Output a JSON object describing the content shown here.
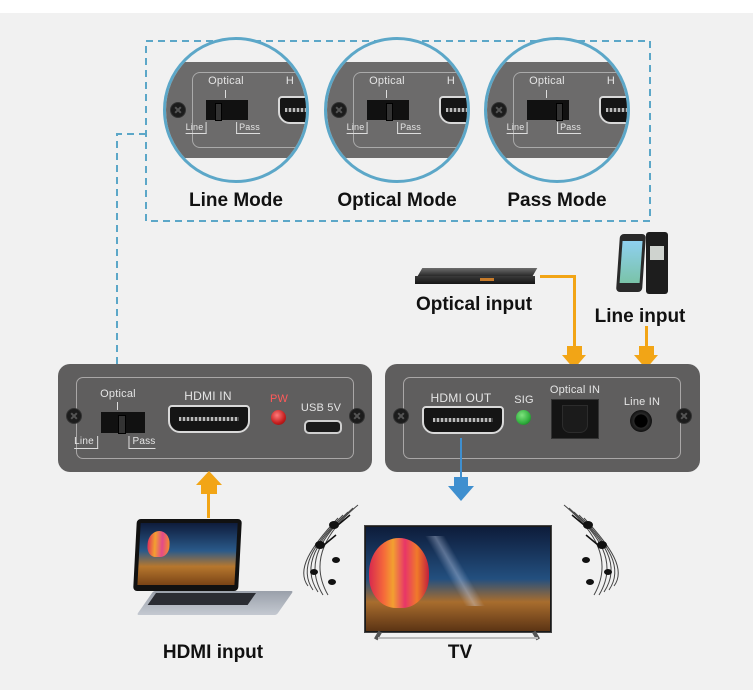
{
  "modes": [
    {
      "label": "Line Mode",
      "switch_position": "line"
    },
    {
      "label": "Optical Mode",
      "switch_position": "optical"
    },
    {
      "label": "Pass Mode",
      "switch_position": "pass"
    }
  ],
  "switch_labels": {
    "top": "Optical",
    "left": "Line",
    "right": "Pass",
    "hdmi_partial": "H"
  },
  "left_panel": {
    "switch_top": "Optical",
    "switch_left": "Line",
    "switch_right": "Pass",
    "hdmi_label": "HDMI IN",
    "led_label": "PW",
    "usb_label": "USB 5V",
    "led_color": "#d62b2b"
  },
  "right_panel": {
    "hdmi_label": "HDMI OUT",
    "led_label": "SIG",
    "optical_label": "Optical IN",
    "line_label": "Line IN",
    "led_color": "#2fae3c"
  },
  "sources": {
    "optical": "Optical input",
    "line": "Line input",
    "hdmi": "HDMI input",
    "tv": "TV"
  },
  "colors": {
    "dash": "#5ca7c8",
    "input_arrow": "#f2a516",
    "output_arrow": "#3f8fcf",
    "panel": "#5f5e5e"
  }
}
